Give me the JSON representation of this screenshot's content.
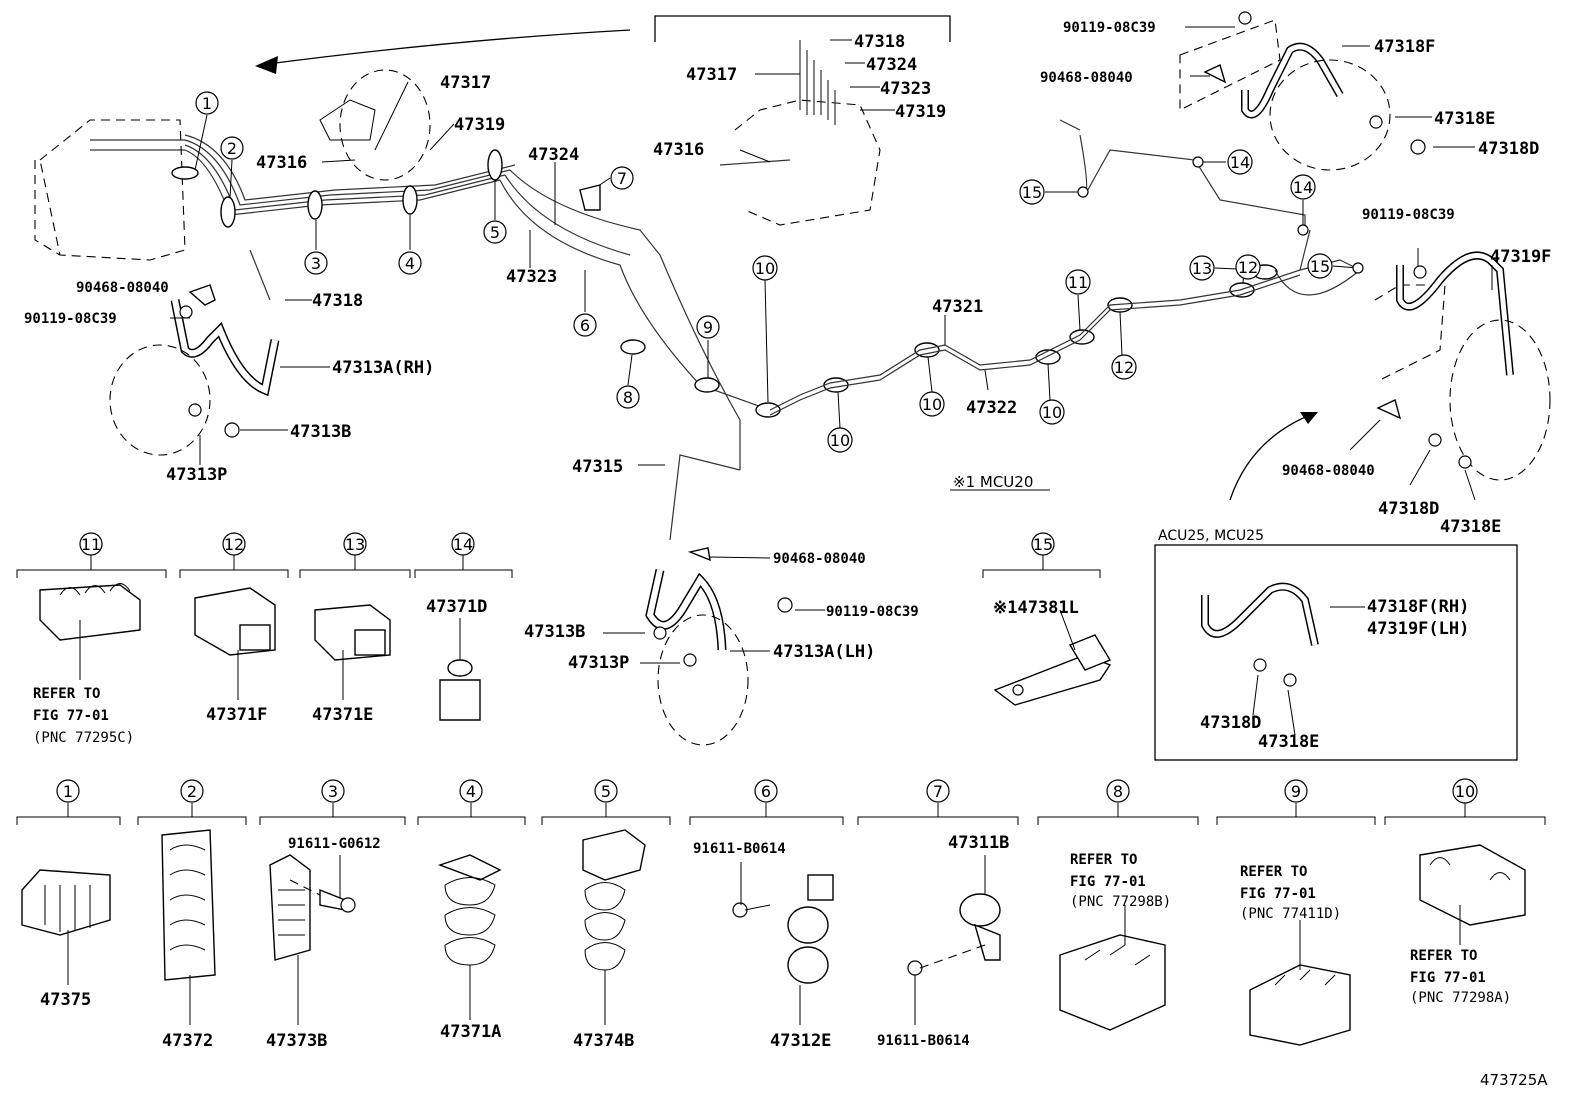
{
  "diagram_id": "473725A",
  "variant_note": "※1 MCU20",
  "inset_label": "ACU25, MCU25",
  "labels": {
    "p47317": "47317",
    "p47316": "47316",
    "p47319": "47319",
    "p47324": "47324",
    "p47323": "47323",
    "p47318": "47318",
    "p90468a": "90468-08040",
    "p90119a": "90119-08C39",
    "p47313A_RH": "47313A(RH)",
    "p47313B": "47313B",
    "p47313P": "47313P",
    "t47318": "47318",
    "t47317": "47317",
    "t47324": "47324",
    "t47323": "47323",
    "t47319": "47319",
    "t47316": "47316",
    "r90119": "90119-08C39",
    "r90468": "90468-08040",
    "r47318F": "47318F",
    "r47318E": "47318E",
    "r47318D": "47318D",
    "r90119b": "90119-08C39",
    "r47319F": "47319F",
    "r90468b": "90468-08040",
    "r47318D2": "47318D",
    "r47318E2": "47318E",
    "p47321": "47321",
    "p47322": "47322",
    "p47315": "47315",
    "c90468": "90468-08040",
    "c90119": "90119-08C39",
    "c47313B": "47313B",
    "c47313P": "47313P",
    "c47313A_LH": "47313A(LH)",
    "i47318F": "47318F(RH)",
    "i47319F": "47319F(LH)",
    "i47318D": "47318D",
    "i47318E": "47318E"
  },
  "refs": {
    "r1": "1",
    "r2": "2",
    "r3": "3",
    "r4": "4",
    "r5": "5",
    "r6": "6",
    "r7": "7",
    "r8": "8",
    "r9": "9",
    "r10": "10",
    "r11": "11",
    "r12": "12",
    "r13": "13",
    "r14": "14",
    "r15": "15"
  },
  "mid_parts": {
    "p11_refer": "REFER TO",
    "p11_fig": "FIG 77-01",
    "p11_pnc": "(PNC 77295C)",
    "p12": "47371F",
    "p13": "47371E",
    "p14": "47371D",
    "p15": "※147381L"
  },
  "bottom_parts": {
    "b1": "47375",
    "b2": "47372",
    "b3": "47373B",
    "b3s": "91611-G0612",
    "b4": "47371A",
    "b5": "47374B",
    "b6": "47312E",
    "b6s": "91611-B0614",
    "b7": "47311B",
    "b7s": "91611-B0614",
    "b8a": "REFER TO",
    "b8b": "FIG 77-01",
    "b8c": "(PNC 77298B)",
    "b9a": "REFER TO",
    "b9b": "FIG 77-01",
    "b9c": "(PNC 77411D)",
    "b10a": "REFER TO",
    "b10b": "FIG 77-01",
    "b10c": "(PNC 77298A)"
  }
}
